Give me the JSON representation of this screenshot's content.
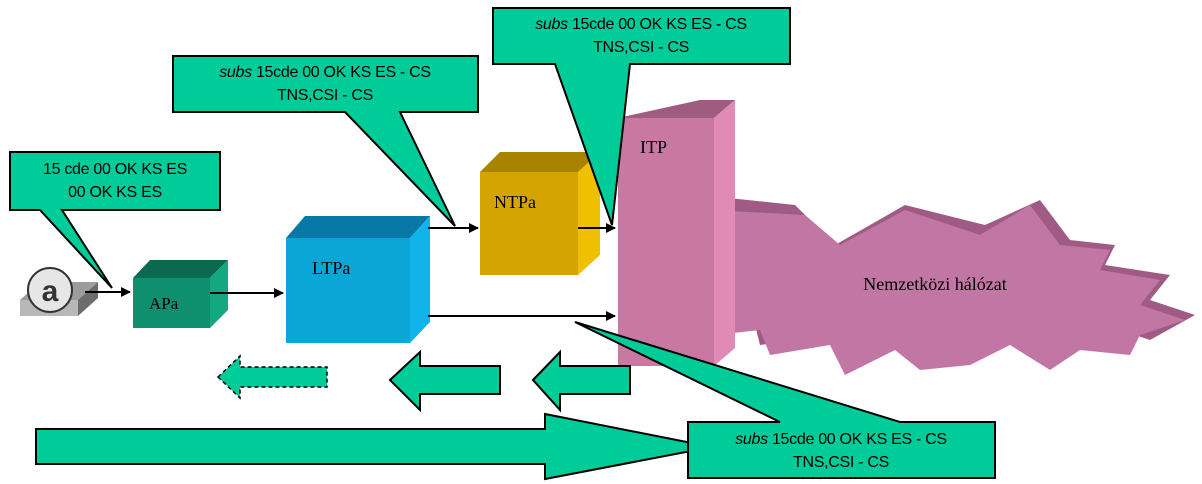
{
  "colors": {
    "callout_fill": "#00CC99",
    "ap_front": "#0E8F6E",
    "ltp_front": "#0AA6D8",
    "ntp_front": "#D6A400",
    "itp_front": "#C978A2",
    "network": "#C276A4",
    "arrow_fill": "#00CC99"
  },
  "icons": {
    "terminal": "at-sign-terminal-icon"
  },
  "nodes": {
    "apa": "APa",
    "ltpa": "LTPa",
    "ntpa": "NTPa",
    "itp": "ITP",
    "network": "Nemzetközi hálózat"
  },
  "callouts": {
    "c1": {
      "line1": "15 cde 00 OK KS ES",
      "line2": "00 OK KS ES"
    },
    "c2": {
      "italic": "subs",
      "line1": " 15cde 00 OK KS ES - CS",
      "line2": "TNS,CSI - CS"
    },
    "c3": {
      "italic": "subs",
      "line1": " 15cde 00 OK KS ES - CS",
      "line2": "TNS,CSI - CS"
    },
    "c4": {
      "italic": "subs",
      "line1": " 15cde 00 OK KS ES - CS",
      "line2": "TNS,CSI - CS"
    }
  }
}
